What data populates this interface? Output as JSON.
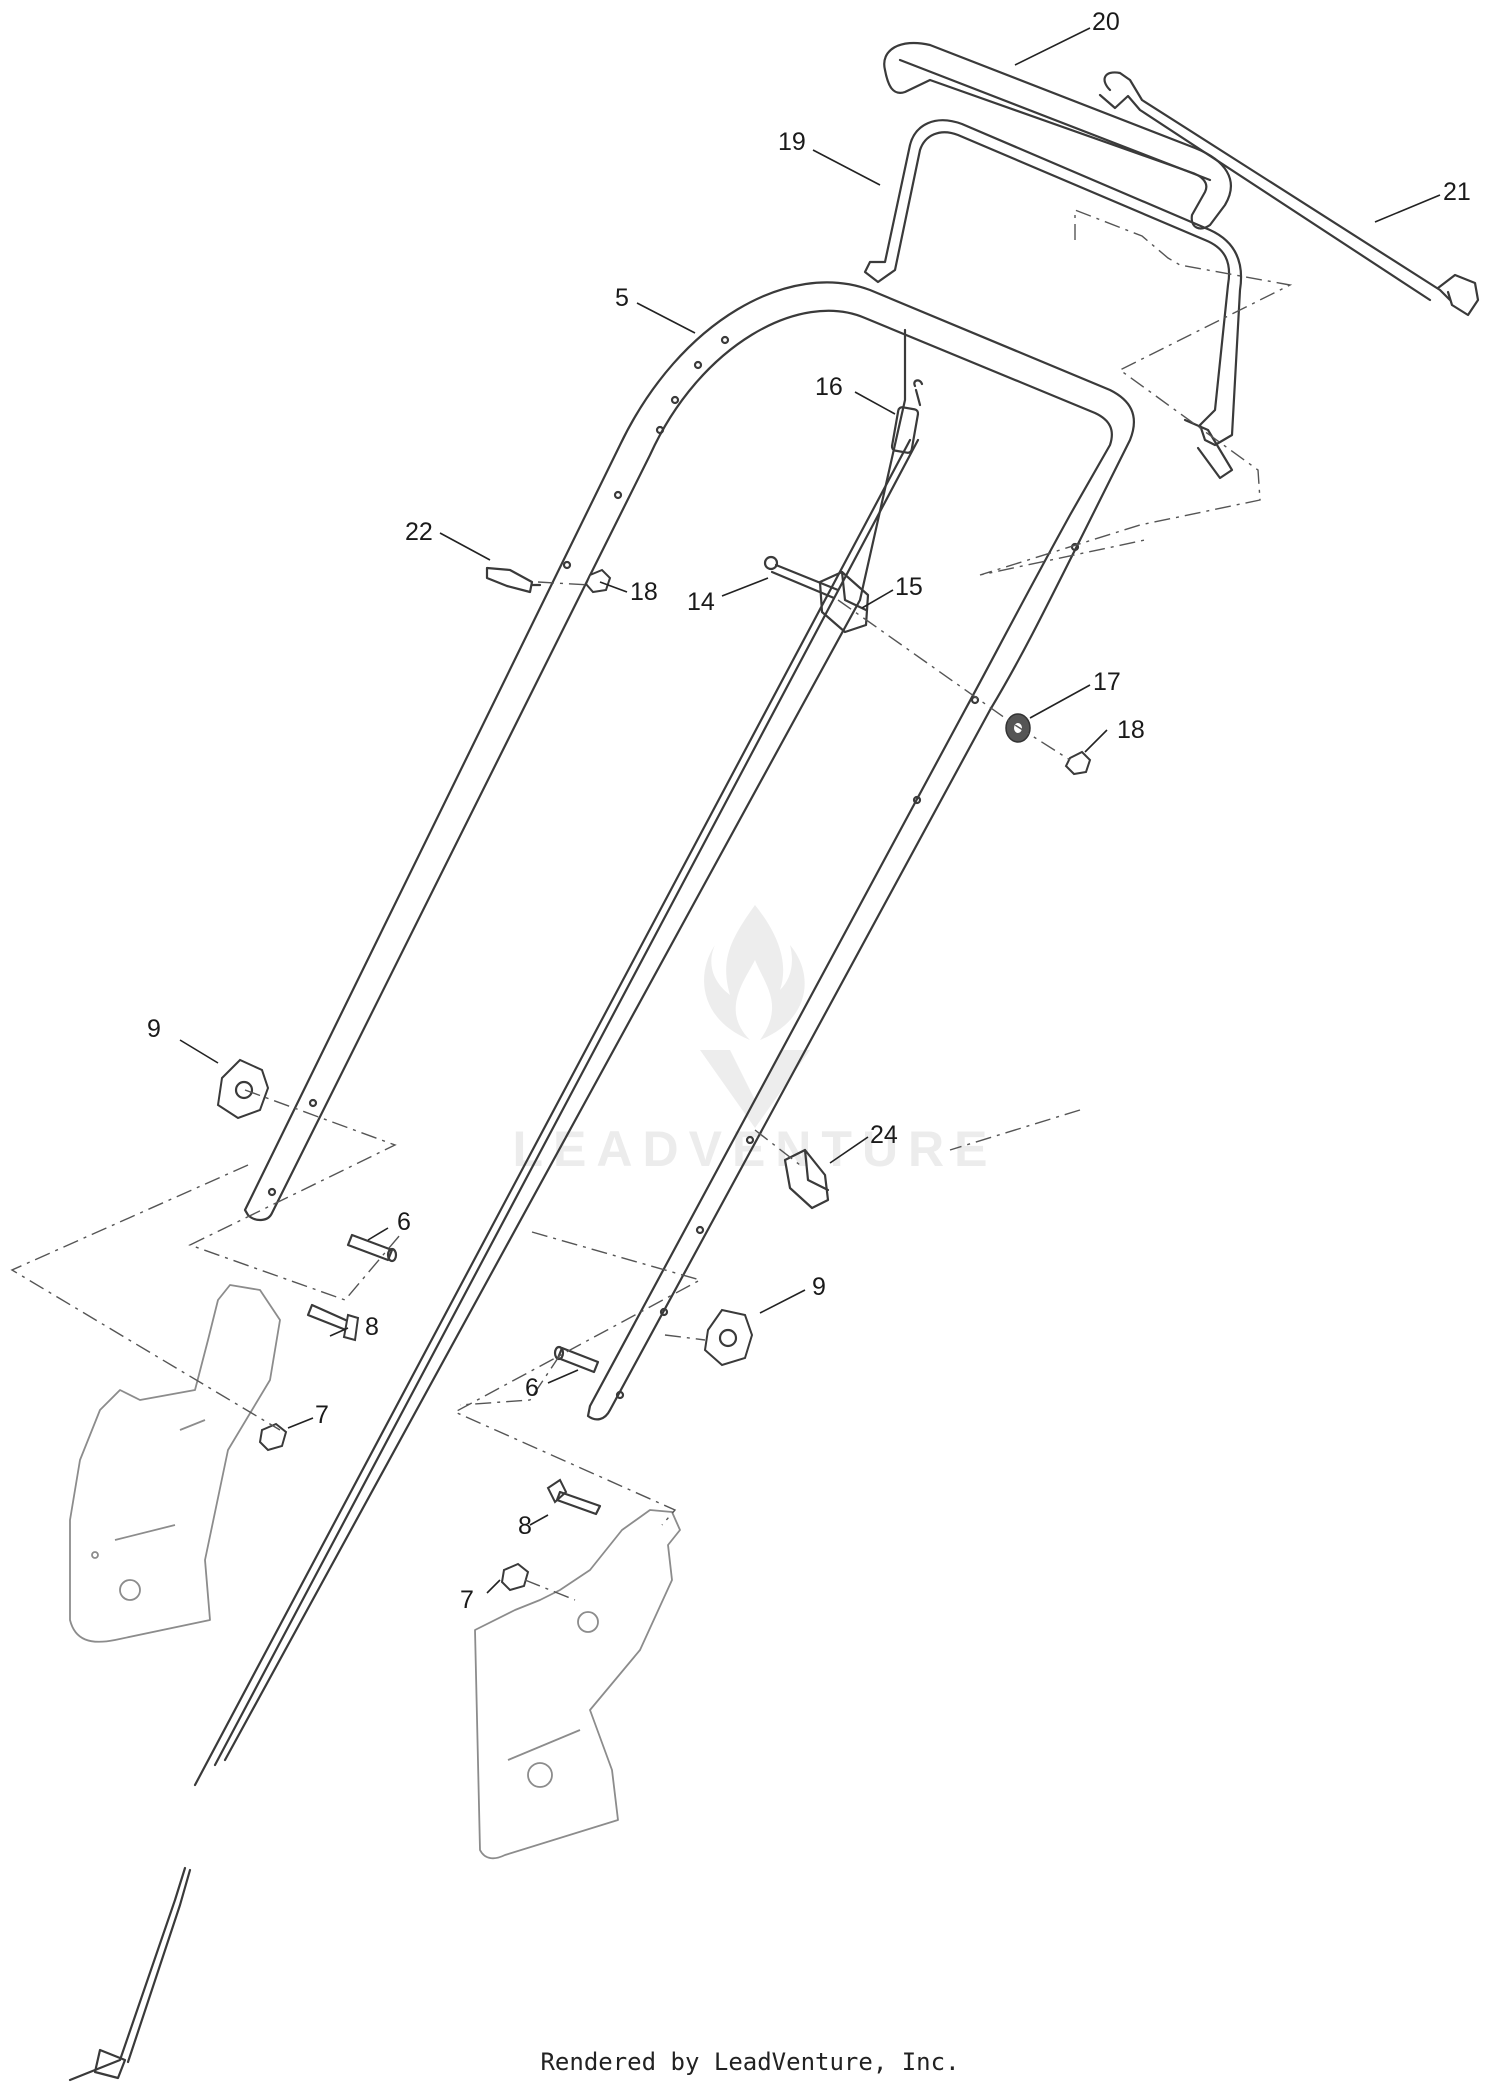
{
  "footer": {
    "text": "Rendered by LeadVenture, Inc."
  },
  "watermark": {
    "text": "LEADVENTURE"
  },
  "callouts": [
    "20",
    "19",
    "21",
    "5",
    "16",
    "22",
    "18",
    "14",
    "15",
    "17",
    "18",
    "9",
    "24",
    "6",
    "8",
    "9",
    "7",
    "6",
    "8",
    "7"
  ]
}
